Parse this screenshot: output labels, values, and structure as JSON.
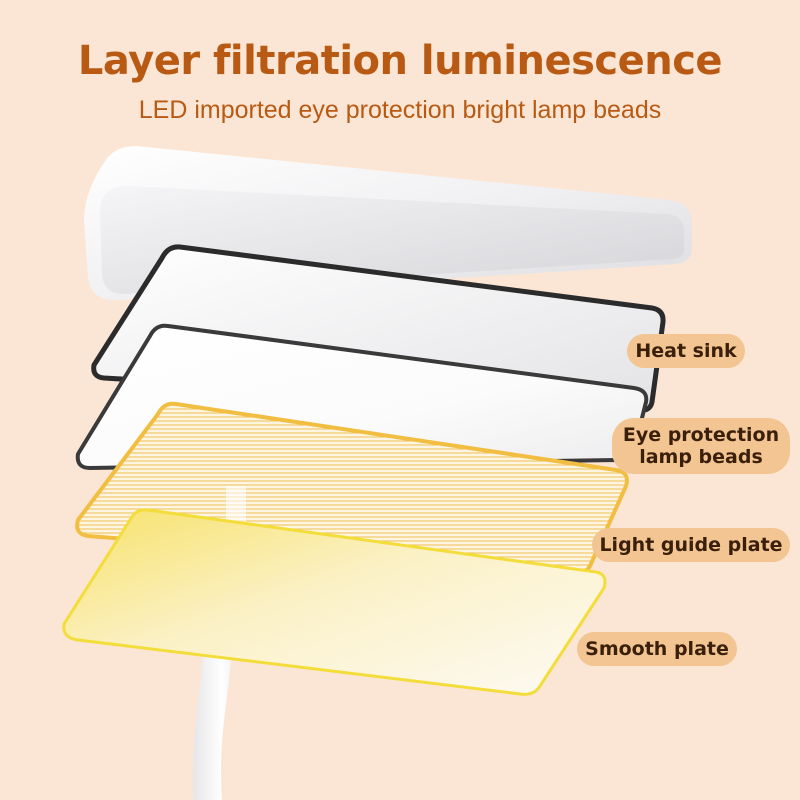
{
  "header": {
    "title": "Layer filtration luminescence",
    "subtitle": "LED imported eye protection bright lamp beads"
  },
  "labels": {
    "heat_sink": "Heat sink",
    "eye_protection_line1": "Eye protection",
    "eye_protection_line2": "lamp beads",
    "light_guide": "Light guide plate",
    "smooth": "Smooth plate"
  },
  "colors": {
    "background": "#fbe6d5",
    "title": "#b85a14",
    "label_bg": "#f2c592",
    "label_text": "#3a1f0a",
    "guide_plate": "#f2c95a",
    "smooth_plate": "#f7e46a"
  }
}
